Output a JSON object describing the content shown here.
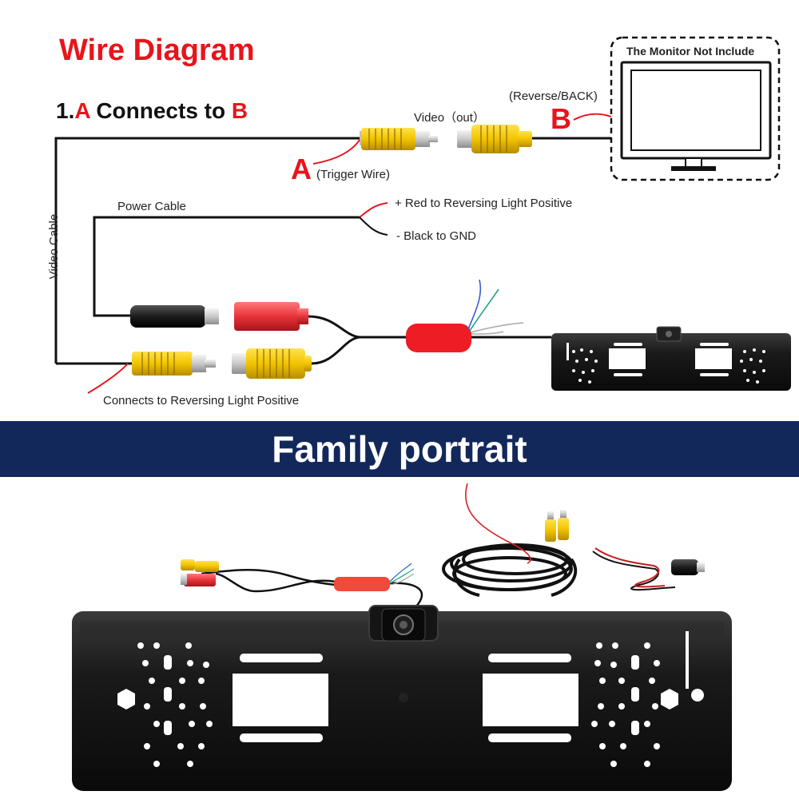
{
  "title": "Wire Diagram",
  "step": {
    "prefix": "1.",
    "a": "A",
    "middle": " Connects to ",
    "b": "B"
  },
  "labels": {
    "video_out": "Video（out）",
    "reverse_back": "(Reverse/BACK)",
    "monitor": "The Monitor Not Include",
    "trigger_wire": "(Trigger Wire)",
    "power_cable": "Power Cable",
    "red_positive": "+ Red to Reversing Light Positive",
    "black_gnd": "- Black to GND",
    "video_cable": "Video Cable",
    "connects_reversing": "Connects to Reversing Light Positive"
  },
  "markers": {
    "a": "A",
    "b": "B"
  },
  "banner": {
    "text": "Family portrait"
  },
  "colors": {
    "accent_red": "#e8141b",
    "banner_navy": "#13285a",
    "rca_yellow": "#f2c400",
    "plug_red": "#e8333a"
  }
}
